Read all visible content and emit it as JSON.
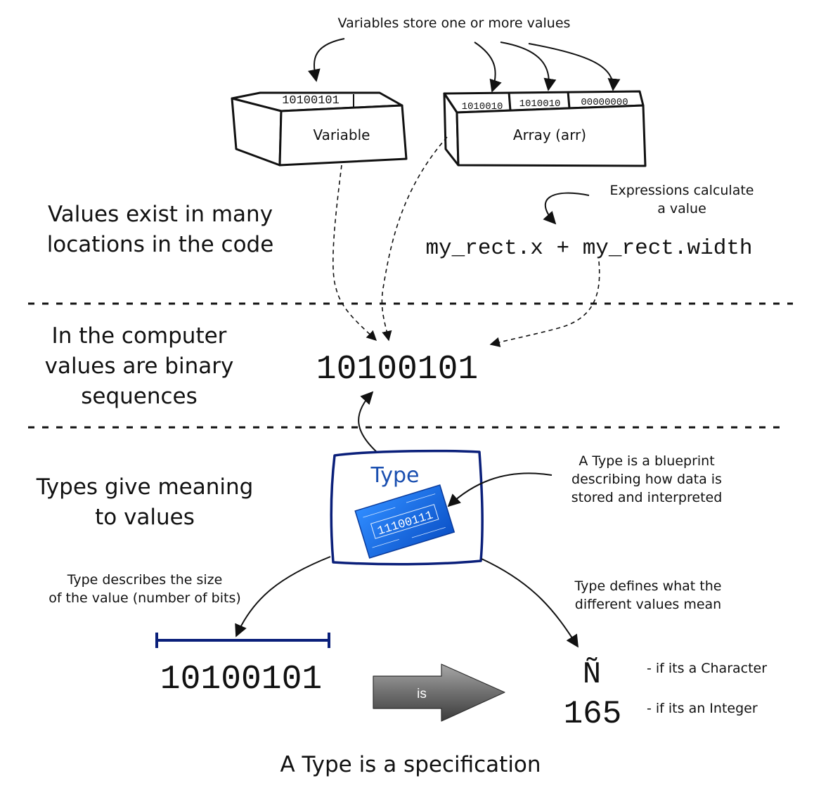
{
  "top_caption": "Variables store one or more values",
  "variable_box": {
    "bits": "10100101",
    "label": "Variable"
  },
  "array_box": {
    "label": "Array (arr)",
    "cells": [
      "1010010",
      "1010010",
      "00000000"
    ]
  },
  "values_exist": [
    "Values exist in many",
    "locations in the code"
  ],
  "expressions_caption": [
    "Expressions calculate",
    "a value"
  ],
  "expression": "my_rect.x + my_rect.width",
  "computer_caption": [
    "In the computer",
    "values are binary",
    "sequences"
  ],
  "binary_center": "10100101",
  "types_caption": [
    "Types give meaning",
    "to values"
  ],
  "type_card": {
    "title": "Type",
    "blueprint_bits": "11100111"
  },
  "blueprint_caption": [
    "A Type is a blueprint",
    "describing how data is",
    "stored and interpreted"
  ],
  "size_caption": [
    "Type describes the size",
    "of the value (number of bits)"
  ],
  "defines_caption": [
    "Type defines what the",
    "different values mean"
  ],
  "binary_bottom": "10100101",
  "is_label": "is",
  "character_value": "Ñ",
  "character_caption": "- if its a Character",
  "integer_value": "165",
  "integer_caption": "- if its an Integer",
  "footer": "A Type is a specification",
  "colors": {
    "navy": "#0a1f7a",
    "blueprint": "#1a6ee0",
    "ink": "#111111"
  }
}
